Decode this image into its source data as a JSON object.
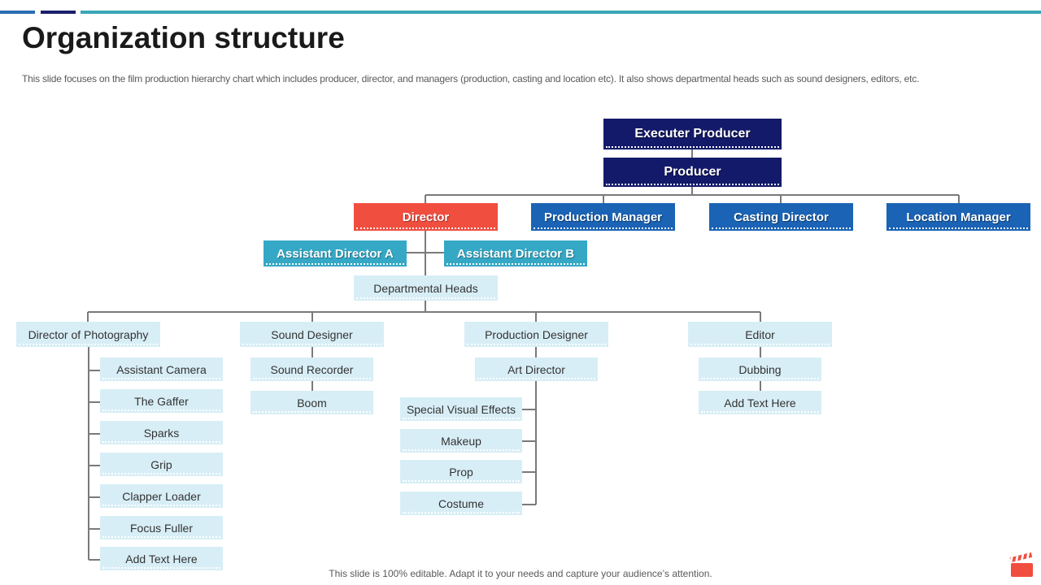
{
  "header": {
    "title": "Organization structure",
    "subtitle": "This slide focuses on the film production hierarchy chart which includes producer, director, and managers (production, casting and location etc). It also shows departmental heads such as sound designers, editors, etc."
  },
  "chart": {
    "executive_producer": "Executer Producer",
    "producer": "Producer",
    "director": "Director",
    "production_manager": "Production Manager",
    "casting_director": "Casting Director",
    "location_manager": "Location Manager",
    "assistant_director_a": "Assistant Director A",
    "assistant_director_b": "Assistant Director B",
    "departmental_heads": "Departmental Heads",
    "photography": {
      "head": "Director of Photography",
      "items": [
        "Assistant Camera",
        "The Gaffer",
        "Sparks",
        "Grip",
        "Clapper Loader",
        "Focus Fuller",
        "Add Text Here"
      ]
    },
    "sound": {
      "head": "Sound Designer",
      "items": [
        "Sound Recorder",
        "Boom"
      ]
    },
    "production_design": {
      "head": "Production Designer",
      "art_director": "Art Director",
      "items": [
        "Special Visual Effects",
        "Makeup",
        "Prop",
        "Costume"
      ]
    },
    "editor": {
      "head": "Editor",
      "items": [
        "Dubbing",
        "Add Text Here"
      ]
    }
  },
  "footer": "This slide is 100% editable. Adapt it to your needs and capture your audience’s attention.",
  "colors": {
    "navy": "#141a6a",
    "red": "#f04e3f",
    "blue": "#1a63b5",
    "teal": "#35a8c6",
    "light": "#d8eef6",
    "connector": "#7a7a7a"
  },
  "icons": [
    "clapperboard-icon"
  ]
}
